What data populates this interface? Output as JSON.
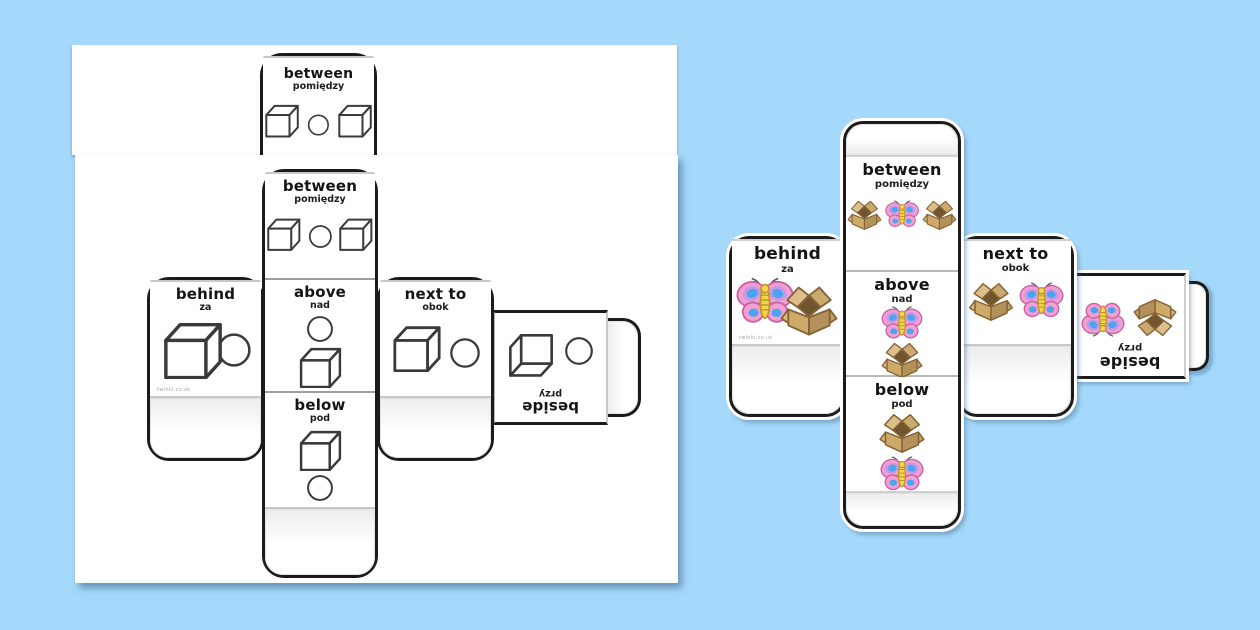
{
  "background_color": "#a5d9fb",
  "watermark": "twinkl.co.uk",
  "faces": {
    "between": {
      "en": "between",
      "pl": "pomiędzy"
    },
    "behind": {
      "en": "behind",
      "pl": "za"
    },
    "above": {
      "en": "above",
      "pl": "nad"
    },
    "next_to": {
      "en": "next to",
      "pl": "obok"
    },
    "below": {
      "en": "below",
      "pl": "pod"
    },
    "beside": {
      "en": "beside",
      "pl": "przy"
    }
  },
  "nets": {
    "black_white": {
      "object_icon": "cube-outline-icon",
      "partner_icon": "circle-outline-icon",
      "pages_visible": 2
    },
    "colour": {
      "object_icon": "cardboard-box-icon",
      "partner_icon": "butterfly-icon"
    }
  },
  "palette": {
    "outline_black": "#1b1b1b",
    "fold_line_gray": "#c8c8c8",
    "cut_line_gray": "#9e9e9e",
    "butterfly_pink": "#f29fd4",
    "butterfly_purple": "#c49ae6",
    "butterfly_blue": "#4aa4ee",
    "butterfly_body_yellow": "#f3d44d",
    "box_tan": "#cfa968",
    "box_dark_tan": "#b4905a",
    "box_inside_brown": "#71552f"
  }
}
